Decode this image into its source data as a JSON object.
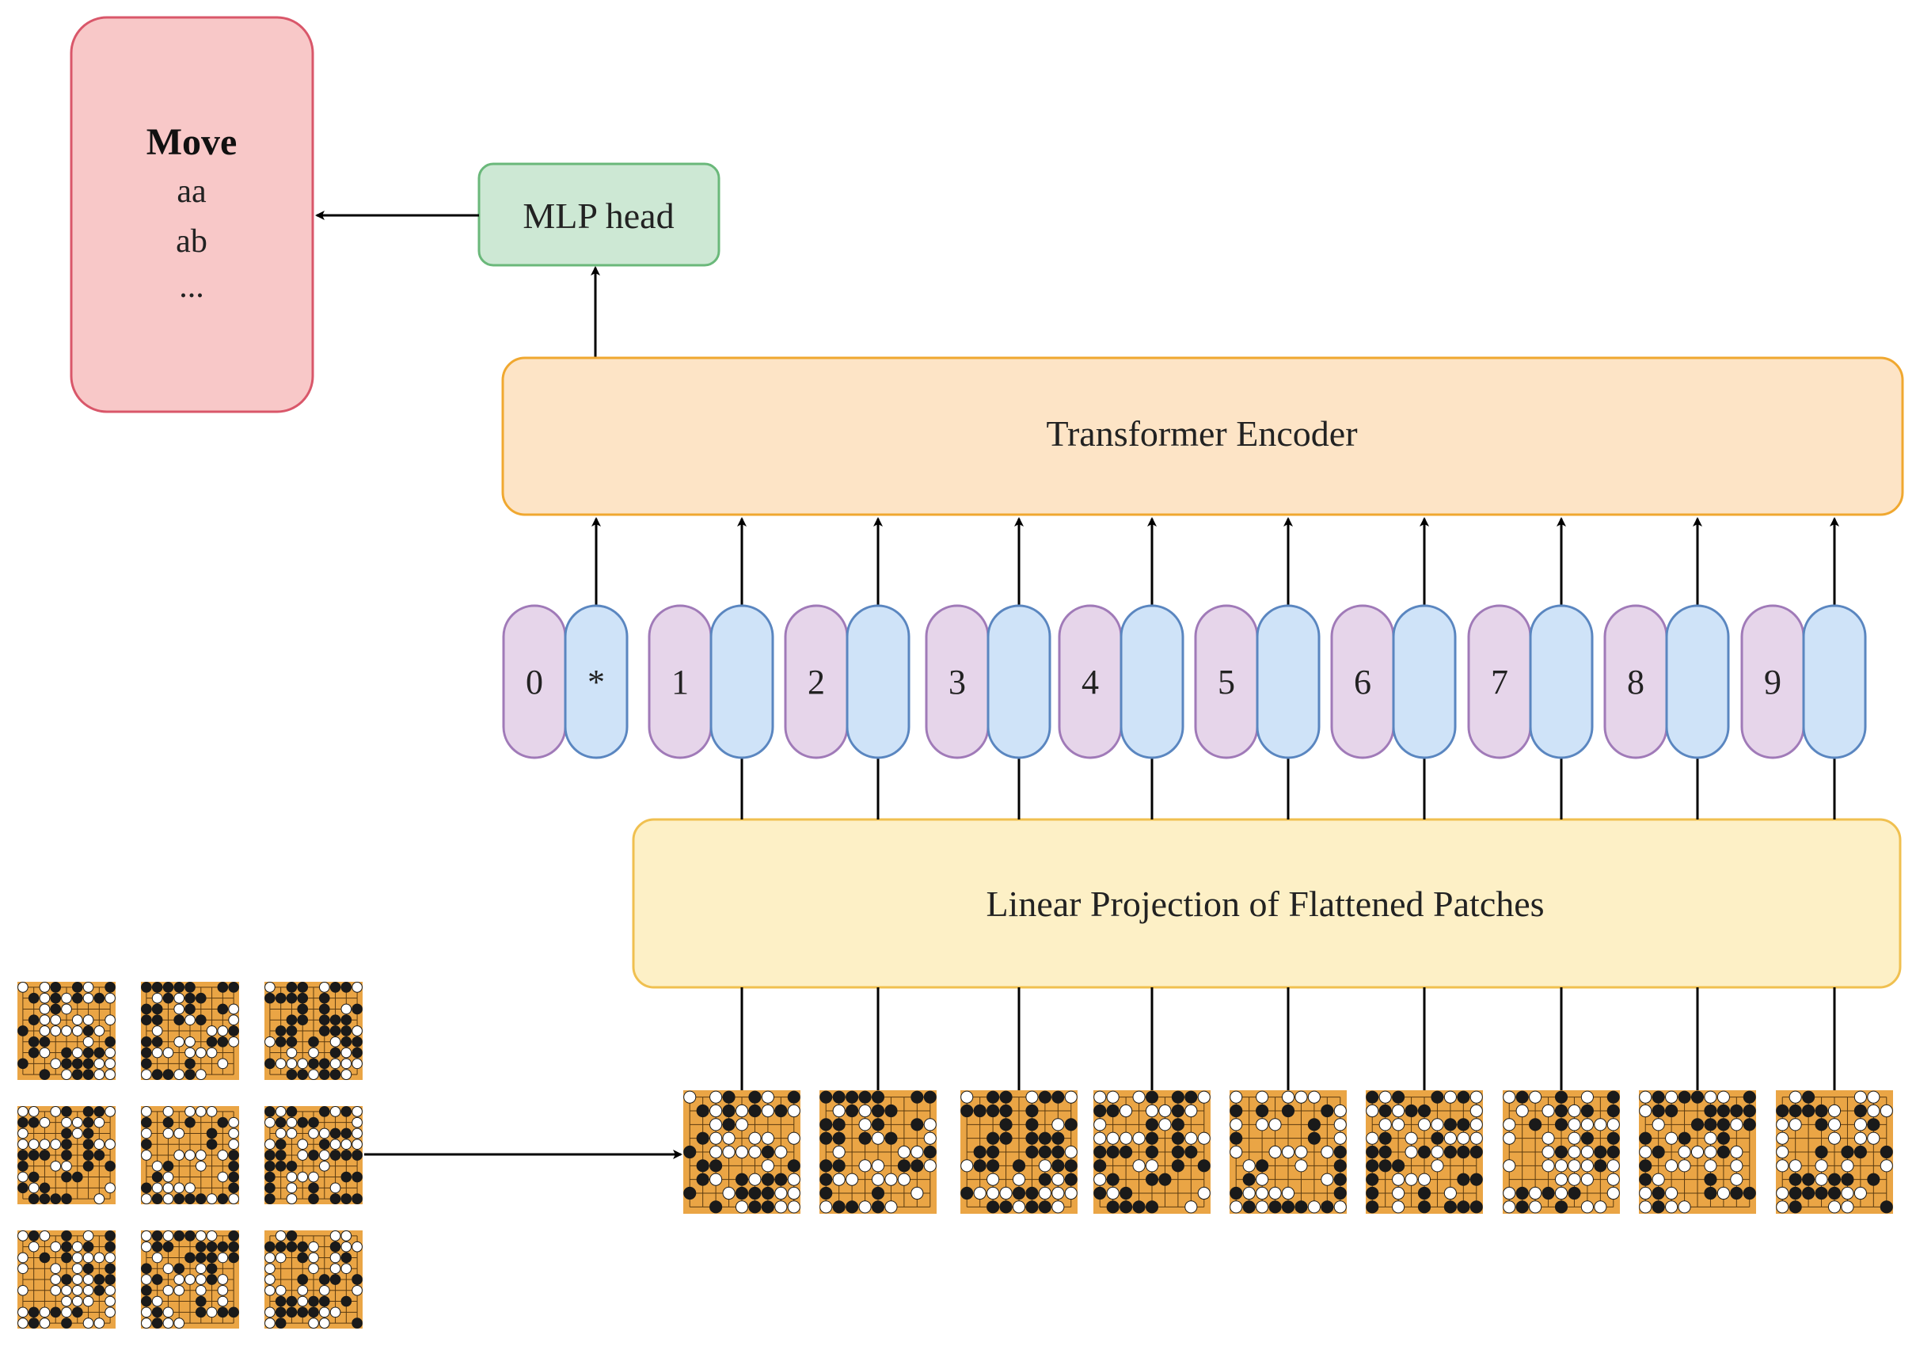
{
  "output_box": {
    "title": "Move",
    "items": [
      "aa",
      "ab",
      "..."
    ]
  },
  "mlp_head": {
    "label": "MLP head"
  },
  "transformer": {
    "label": "Transformer Encoder"
  },
  "projection": {
    "label": "Linear Projection of Flattened Patches"
  },
  "tokens": [
    {
      "position": "0",
      "embedding": "*"
    },
    {
      "position": "1",
      "embedding": ""
    },
    {
      "position": "2",
      "embedding": ""
    },
    {
      "position": "3",
      "embedding": ""
    },
    {
      "position": "4",
      "embedding": ""
    },
    {
      "position": "5",
      "embedding": ""
    },
    {
      "position": "6",
      "embedding": ""
    },
    {
      "position": "7",
      "embedding": ""
    },
    {
      "position": "8",
      "embedding": ""
    },
    {
      "position": "9",
      "embedding": ""
    }
  ],
  "colors": {
    "output_fill": "#f8c8c8",
    "output_stroke": "#d9576a",
    "mlp_fill": "#cde8d4",
    "mlp_stroke": "#6ab87a",
    "encoder_fill": "#fde4c6",
    "encoder_stroke": "#f0a830",
    "projection_fill": "#fdf0c6",
    "projection_stroke": "#f0c050",
    "position_fill": "#e6d5ea",
    "position_stroke": "#a07ab8",
    "embedding_fill": "#cfe3f8",
    "embedding_stroke": "#5a86c0",
    "board": "#eaa545",
    "stone_black": "#1a1a1a",
    "stone_white": "#ffffff"
  },
  "icons": {
    "patch": "go-board-patch-icon",
    "grid": "go-board-grid-icon"
  }
}
